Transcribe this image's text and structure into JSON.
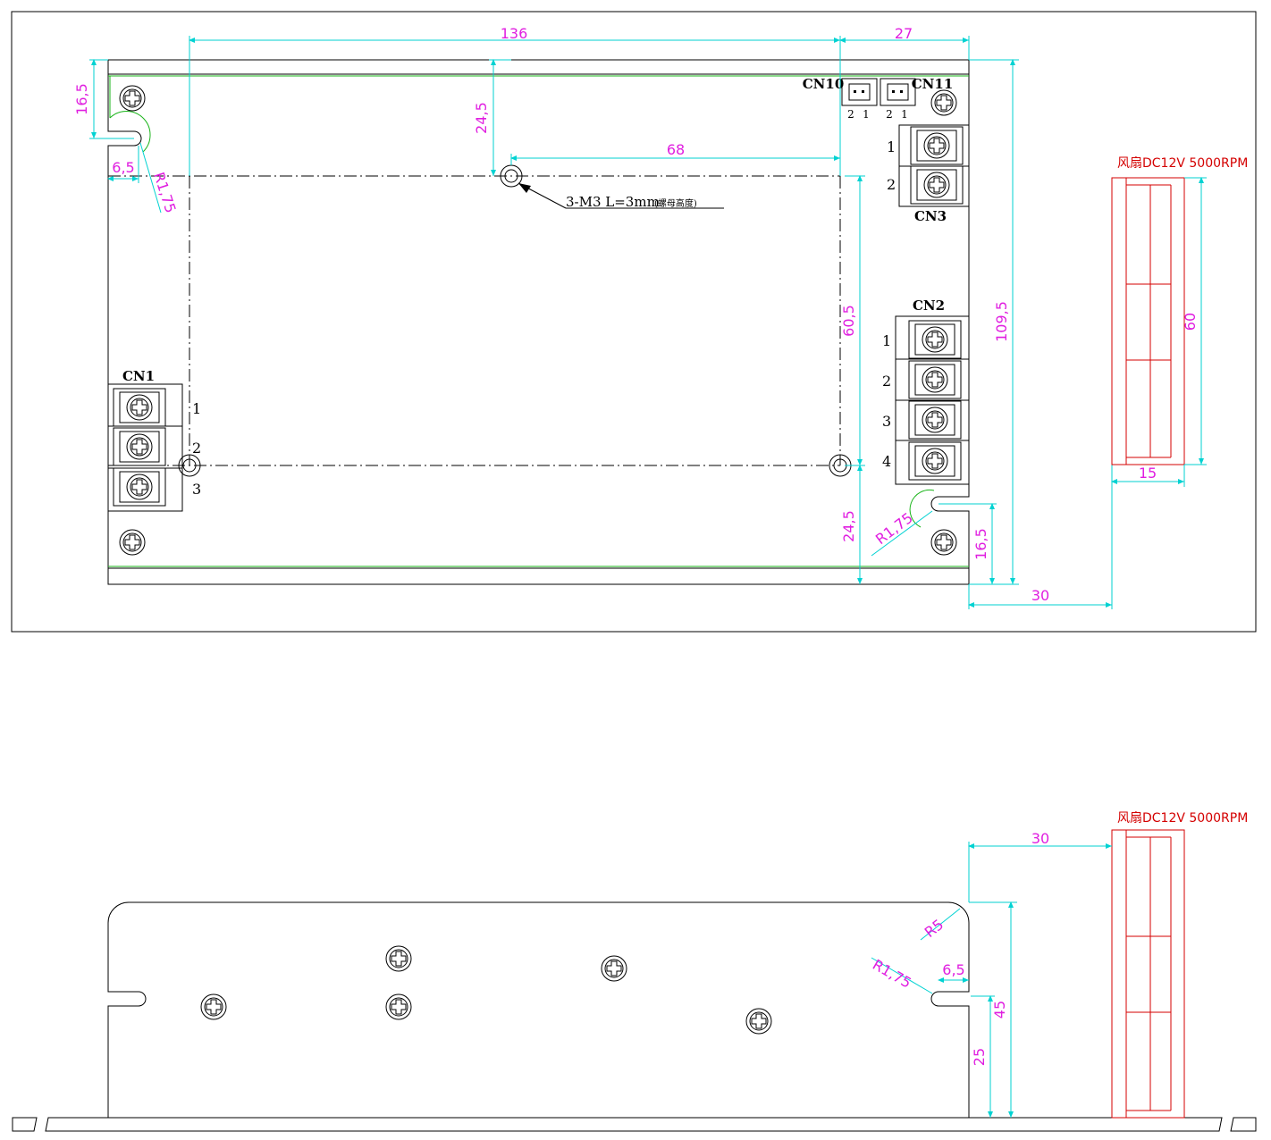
{
  "top_view": {
    "dims": {
      "d136": "136",
      "d27": "27",
      "d16_5": "16,5",
      "d24_5_top": "24,5",
      "d68": "68",
      "d6_5": "6,5",
      "r1_75": "R1,75",
      "d60_5": "60,5",
      "d109_5": "109,5",
      "d24_5_bottom": "24,5",
      "d16_5_bottom": "16,5",
      "r1_75_bottom": "R1,75",
      "d30": "30",
      "d60_fan": "60",
      "d15_fan": "15"
    },
    "labels": {
      "cn1": "CN1",
      "cn2": "CN2",
      "cn3": "CN3",
      "cn10": "CN10",
      "cn11": "CN11",
      "mount_note": "3-M3  L=3mm",
      "mount_note_small": "(螺母高度)",
      "fan": "风扇DC12V 5000RPM"
    },
    "pins": {
      "cn1": [
        "1",
        "2",
        "3"
      ],
      "cn2": [
        "1",
        "2",
        "3",
        "4"
      ],
      "cn3": [
        "1",
        "2"
      ],
      "cn10": [
        "2",
        "1"
      ],
      "cn11": [
        "2",
        "1"
      ]
    }
  },
  "side_view": {
    "dims": {
      "d30": "30",
      "r5": "R5",
      "r1_75": "R1,75",
      "d6_5": "6,5",
      "d45": "45",
      "d25": "25"
    },
    "labels": {
      "fan": "风扇DC12V 5000RPM"
    }
  }
}
